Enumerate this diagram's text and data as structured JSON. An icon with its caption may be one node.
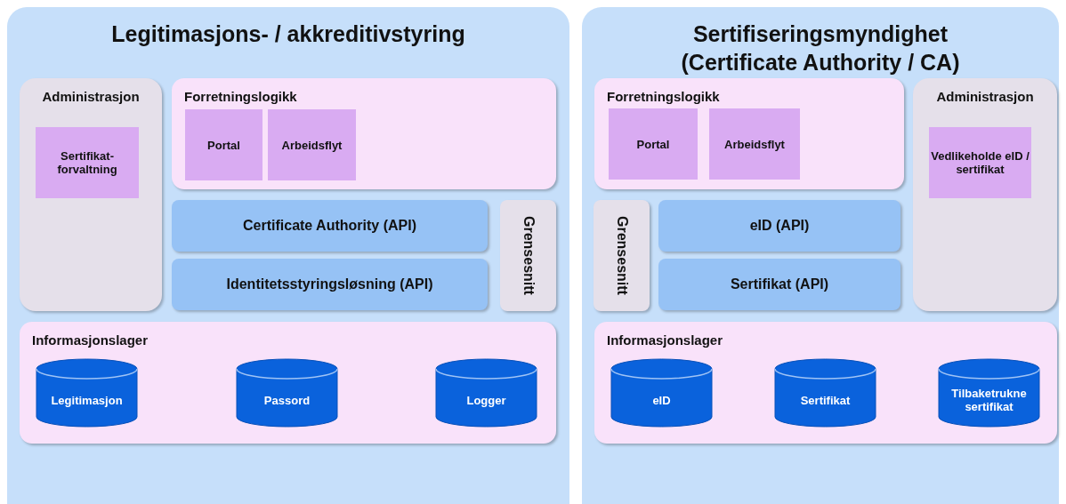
{
  "diagram": {
    "nodes": [
      {
        "text": [
          "Legitimasjons- / akkreditivstyring"
        ]
      },
      {
        "text": [
          "Administrasjon"
        ],
        "in": 0
      },
      {
        "text": [
          "Sertifikat- forvaltning"
        ],
        "in": 1
      },
      {
        "text": [
          "Forretningslogikk"
        ],
        "in": 0
      },
      {
        "text": [
          "Portal"
        ],
        "in": 3
      },
      {
        "text": [
          "Arbeidsflyt"
        ],
        "in": 3
      },
      {
        "text": [
          "Certificate Authority (API)"
        ],
        "in": 0
      },
      {
        "text": [
          "Identitetsstyringsløsning (API)"
        ],
        "in": 0
      },
      {
        "text": [
          "Grensesnitt"
        ],
        "in": 0
      },
      {
        "text": [
          "Informasjonslager"
        ],
        "in": 0
      },
      {
        "text": [
          "Legitimasjon"
        ],
        "in": 9
      },
      {
        "text": [
          "Passord"
        ],
        "in": 9
      },
      {
        "text": [
          "Logger"
        ],
        "in": 9
      },
      {
        "text": [
          "Sertifiseringsmyndighet (Certificate Authority / CA)"
        ]
      },
      {
        "text": [
          "Forretningslogikk"
        ],
        "in": 13
      },
      {
        "text": [
          "Portal"
        ],
        "in": 14
      },
      {
        "text": [
          "Arbeidsflyt"
        ],
        "in": 14
      },
      {
        "text": [
          "Administrasjon"
        ],
        "in": 13
      },
      {
        "text": [
          "Vedlikeholde eID / sertifikat"
        ],
        "in": 17
      },
      {
        "text": [
          "Grensesnitt"
        ],
        "in": 13
      },
      {
        "text": [
          "eID (API)"
        ],
        "in": 13
      },
      {
        "text": [
          "Sertifikat (API)"
        ],
        "in": 13
      },
      {
        "text": [
          "Informasjonslager"
        ],
        "in": 13
      },
      {
        "text": [
          "eID"
        ],
        "in": 22
      },
      {
        "text": [
          "Sertifikat"
        ],
        "in": 22
      },
      {
        "text": [
          "Tilbaketrukne sertifikat"
        ],
        "in": 22
      }
    ]
  }
}
